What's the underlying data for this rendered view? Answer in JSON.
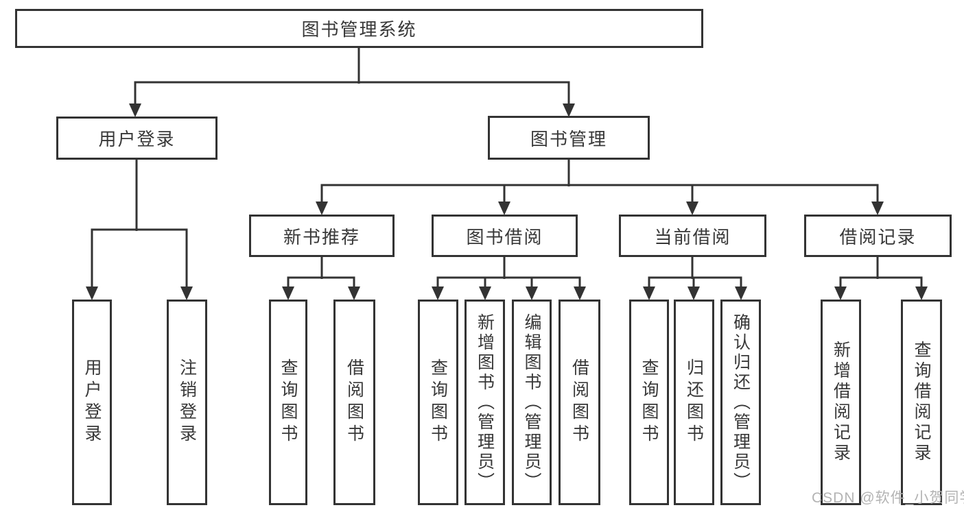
{
  "nodes": {
    "root": "图书管理系统",
    "user_login": "用户登录",
    "book_management": "图书管理",
    "new_book_recommend": "新书推荐",
    "book_borrowing": "图书借阅",
    "current_borrowing": "当前借阅",
    "borrowing_records": "借阅记录",
    "leaf_user_login": "用户登录",
    "leaf_logout": "注销登录",
    "leaf_recommend_query_books": "查询图书",
    "leaf_recommend_borrow_books": "借阅图书",
    "leaf_borrowing_query_books": "查询图书",
    "leaf_borrowing_add_books": "新增图书（管理员）",
    "leaf_borrowing_edit_books": "编辑图书（管理员）",
    "leaf_borrowing_borrow_books": "借阅图书",
    "leaf_current_query_books": "查询图书",
    "leaf_current_return_books": "归还图书",
    "leaf_current_confirm_return": "确认归还（管理员）",
    "leaf_records_add_record": "新增借阅记录",
    "leaf_records_query_record": "查询借阅记录"
  },
  "watermark": "CSDN @软件_小贺同学",
  "colors": {
    "line": "#333333",
    "text": "#383838",
    "watermark": "#b3b3b3",
    "background": "#ffffff"
  }
}
